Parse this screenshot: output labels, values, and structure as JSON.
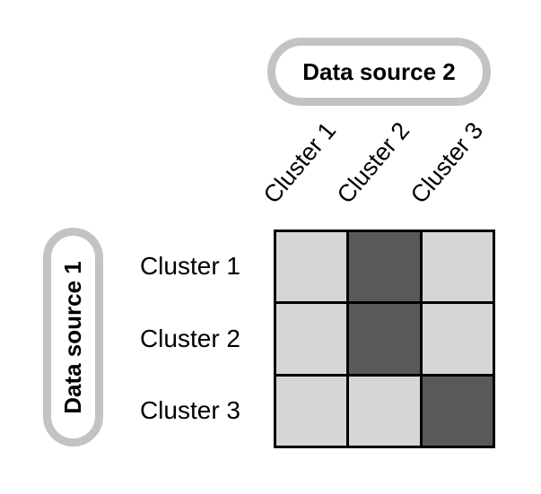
{
  "diagram": {
    "title_meaning": "Cluster correspondence matrix between two data sources",
    "source_top": {
      "label": "Data source 2"
    },
    "source_left": {
      "label": "Data source 1"
    },
    "col_headers": [
      "Cluster 1",
      "Cluster 2",
      "Cluster 3"
    ],
    "row_headers": [
      "Cluster 1",
      "Cluster 2",
      "Cluster 3"
    ],
    "matrix": [
      [
        "light",
        "dark",
        "light"
      ],
      [
        "light",
        "dark",
        "light"
      ],
      [
        "light",
        "light",
        "dark"
      ]
    ],
    "colors": {
      "light": "#d6d6d6",
      "dark": "#595959",
      "ring": "#c3c3c3",
      "gridline": "#000000",
      "text": "#000000",
      "background": "#ffffff"
    }
  }
}
